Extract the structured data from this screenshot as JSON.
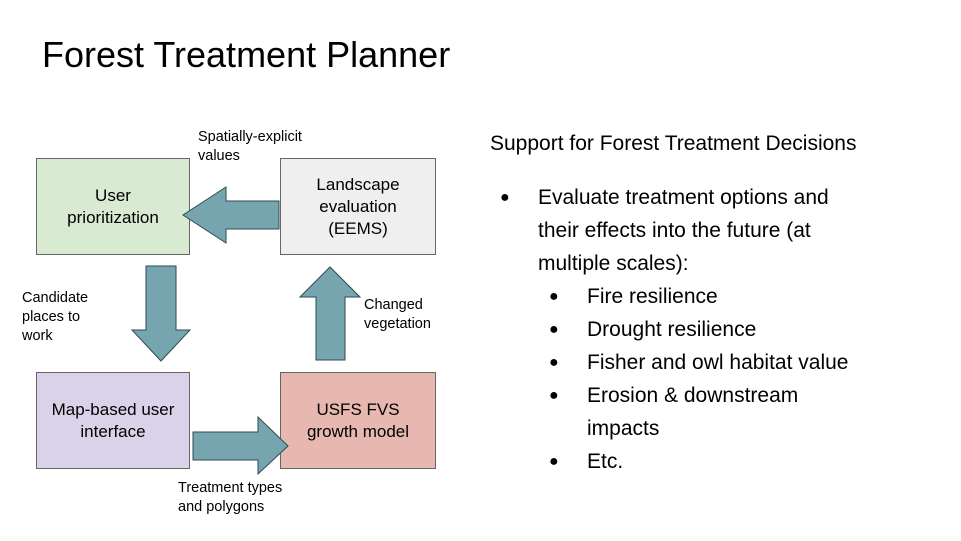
{
  "slide": {
    "title": "Forest Treatment Planner"
  },
  "diagram": {
    "nodes": {
      "user_prioritization": {
        "label": "User\nprioritization",
        "color": "#d9ead3"
      },
      "landscape_evaluation": {
        "label": "Landscape\nevaluation\n(EEMS)",
        "color": "#efefef"
      },
      "map_interface": {
        "label": "Map-based user\ninterface",
        "color": "#d9d2e9"
      },
      "fvs_model": {
        "label": "USFS FVS\ngrowth model",
        "color": "#e6b8af"
      }
    },
    "edge_labels": {
      "spatially_explicit": "Spatially-explicit\nvalues",
      "candidate_places": "Candidate\nplaces to\nwork",
      "changed_vegetation": "Changed\nvegetation",
      "treatment_types": "Treatment types\nand polygons"
    },
    "arrow_color": "#76a5af"
  },
  "panel": {
    "heading": "Support for Forest Treatment Decisions",
    "bullets": [
      {
        "level": 1,
        "text": "Evaluate treatment options and"
      },
      {
        "level": 1,
        "text": "their effects into the future (at",
        "continuation": true
      },
      {
        "level": 1,
        "text": "multiple scales):",
        "continuation": true
      },
      {
        "level": 2,
        "text": "Fire resilience"
      },
      {
        "level": 2,
        "text": "Drought resilience"
      },
      {
        "level": 2,
        "text": "Fisher and owl habitat value"
      },
      {
        "level": 2,
        "text": "Erosion & downstream"
      },
      {
        "level": 2,
        "text": "impacts",
        "continuation": true
      },
      {
        "level": 2,
        "text": "Etc."
      }
    ],
    "bullet_symbol": "●"
  }
}
